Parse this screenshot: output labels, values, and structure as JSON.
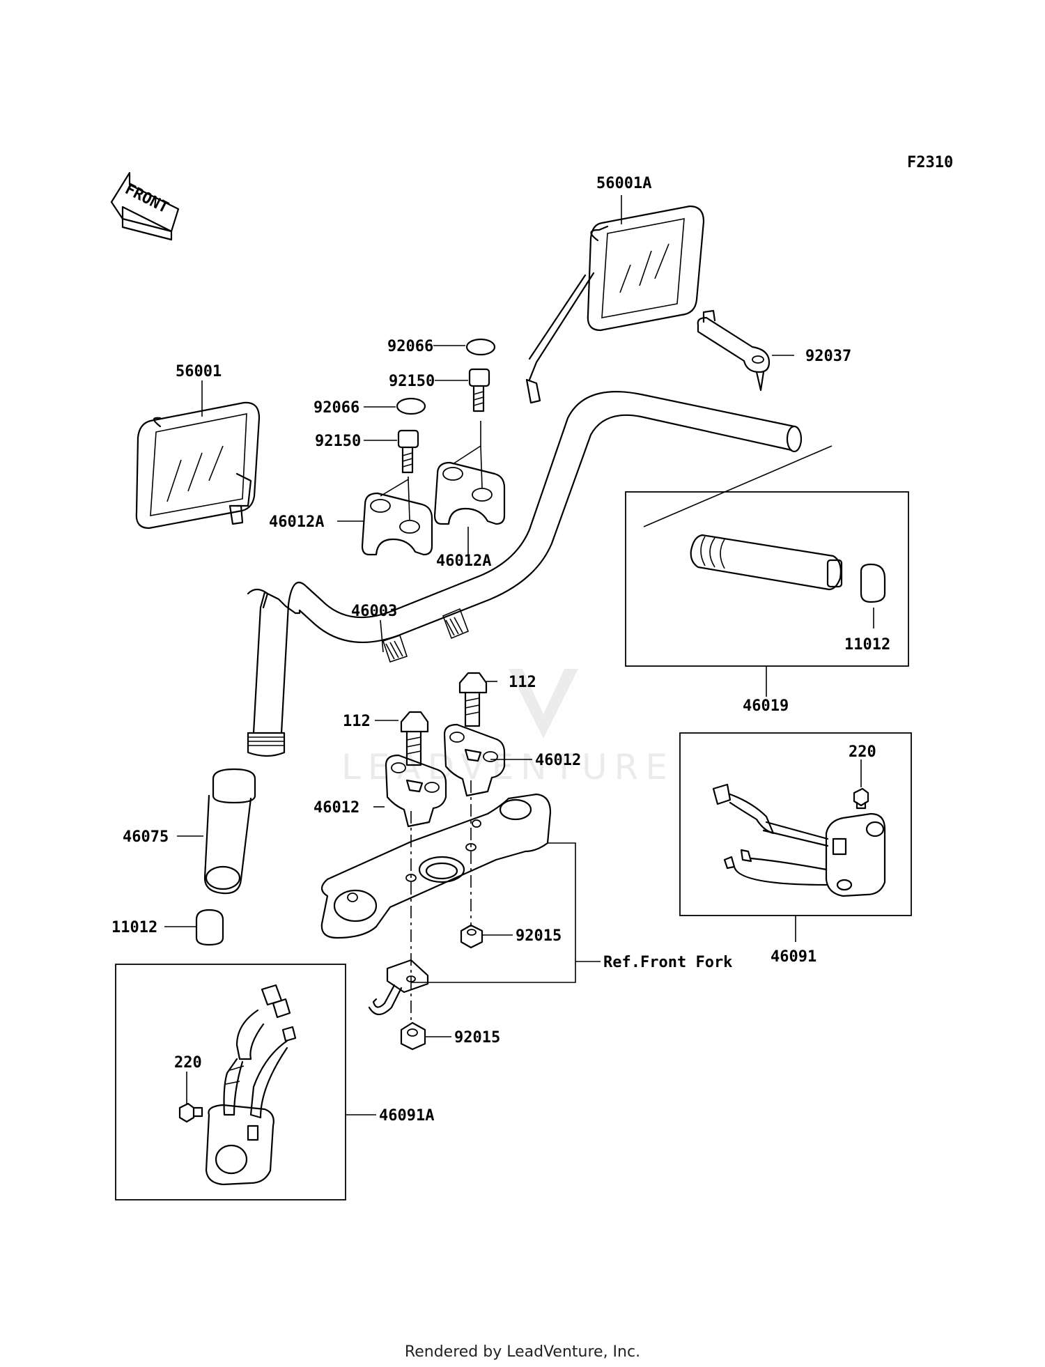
{
  "diagram_code": "F2310",
  "front_arrow_label": "FRONT",
  "parts": {
    "mirror_right": "56001A",
    "mirror_left": "56001",
    "cap_upper": "92066",
    "cap_lower": "92066",
    "bolt_upper": "92150",
    "bolt_lower": "92150",
    "holder_upper_left": "46012A",
    "holder_upper_right": "46012A",
    "handlebar": "46003",
    "grip_left": "46075",
    "grip_end_left": "11012",
    "grip_end_right": "11012",
    "throttle_grip_assy": "46019",
    "throttle_lever": "92037",
    "bolt_right": "112",
    "bolt_left": "112",
    "holder_lower_right": "46012",
    "holder_lower_left": "46012",
    "nut_upper": "92015",
    "nut_lower": "92015",
    "switch_right_assy": "46091",
    "switch_right_screw": "220",
    "switch_left_assy": "46091A",
    "switch_left_screw": "220",
    "ref_front_fork": "Ref.Front Fork"
  },
  "watermark": "LEADVENTURE",
  "footer": "Rendered by LeadVenture, Inc."
}
